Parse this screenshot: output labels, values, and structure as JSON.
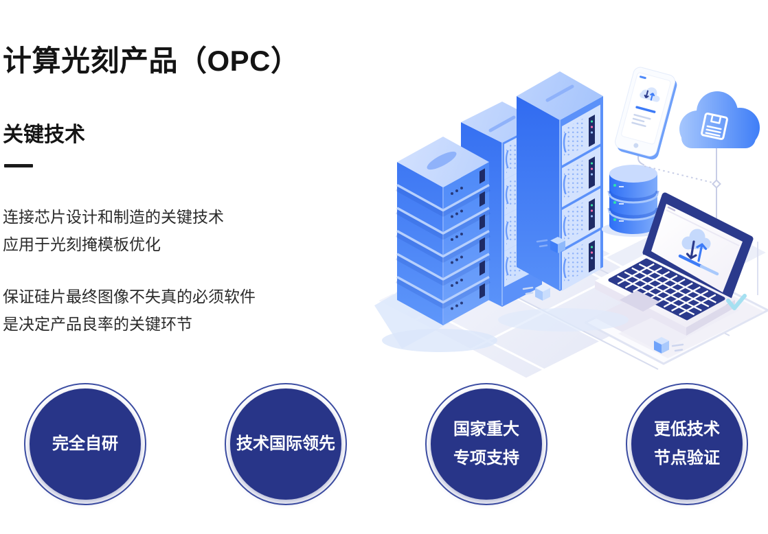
{
  "page": {
    "title": "计算光刻产品（OPC）",
    "section_heading": "关键技术",
    "paragraphs": [
      {
        "lines": [
          "连接芯片设计和制造的关键技术",
          "应用于光刻掩模板优化"
        ]
      },
      {
        "lines": [
          "保证硅片最终图像不失真的必须软件",
          "是决定产品良率的关键环节"
        ]
      }
    ]
  },
  "badges": [
    {
      "lines": [
        "完全自研",
        ""
      ]
    },
    {
      "lines": [
        "技术国际领先",
        ""
      ]
    },
    {
      "lines": [
        "国家重大",
        "专项支持"
      ]
    },
    {
      "lines": [
        "更低技术",
        "节点验证"
      ]
    }
  ],
  "illustration": {
    "icons": [
      "server-rack-towers-icon",
      "database-icon",
      "smartphone-sync-icon",
      "cloud-save-icon",
      "laptop-cloud-transfer-icon",
      "data-cube-icon"
    ]
  },
  "colors": {
    "badge_fill": "#283588",
    "badge_ring": "#3C4DA2",
    "illustration_blue": "#3D7BF7",
    "text_dark": "#1A1A1A"
  }
}
